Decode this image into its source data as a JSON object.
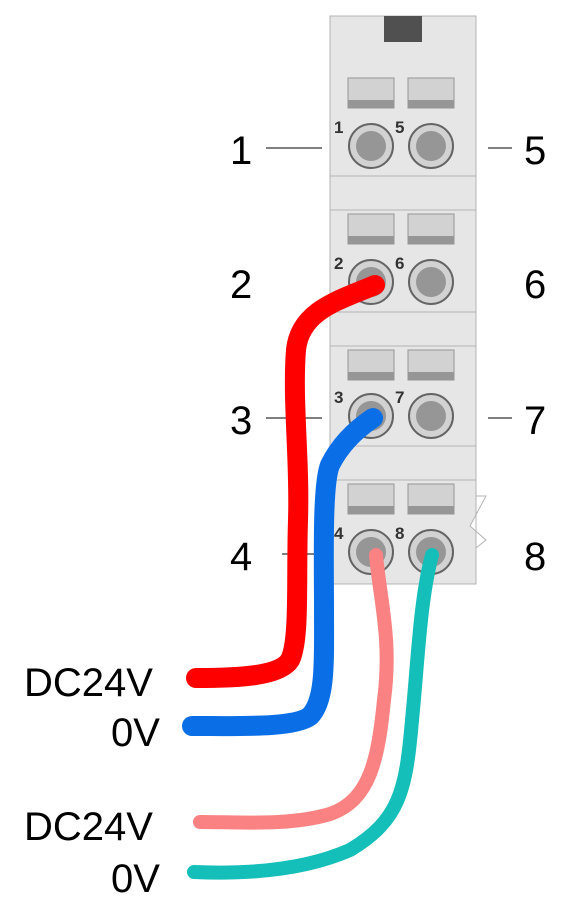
{
  "terminal_block": {
    "left_terminals": [
      "1",
      "2",
      "3",
      "4"
    ],
    "right_terminals": [
      "5",
      "6",
      "7",
      "8"
    ],
    "pin_labels": [
      "1",
      "5",
      "2",
      "6",
      "3",
      "7",
      "4",
      "8"
    ]
  },
  "wires": [
    {
      "label": "DC24V",
      "color": "#ff0000",
      "terminal": "2"
    },
    {
      "label": "0V",
      "color": "#0a6ee6",
      "terminal": "3"
    },
    {
      "label": "DC24V",
      "color": "#fa8282",
      "terminal": "4"
    },
    {
      "label": "0V",
      "color": "#14beb9",
      "terminal": "8"
    }
  ],
  "colors": {
    "housing": "#e6e6e6",
    "housing_edge": "#b4b4b4",
    "release_tab": "#505050",
    "lever": "#d2d2d2",
    "lever_dark": "#969696",
    "contact_ring": "#d2d2d2",
    "contact": "#969696"
  }
}
